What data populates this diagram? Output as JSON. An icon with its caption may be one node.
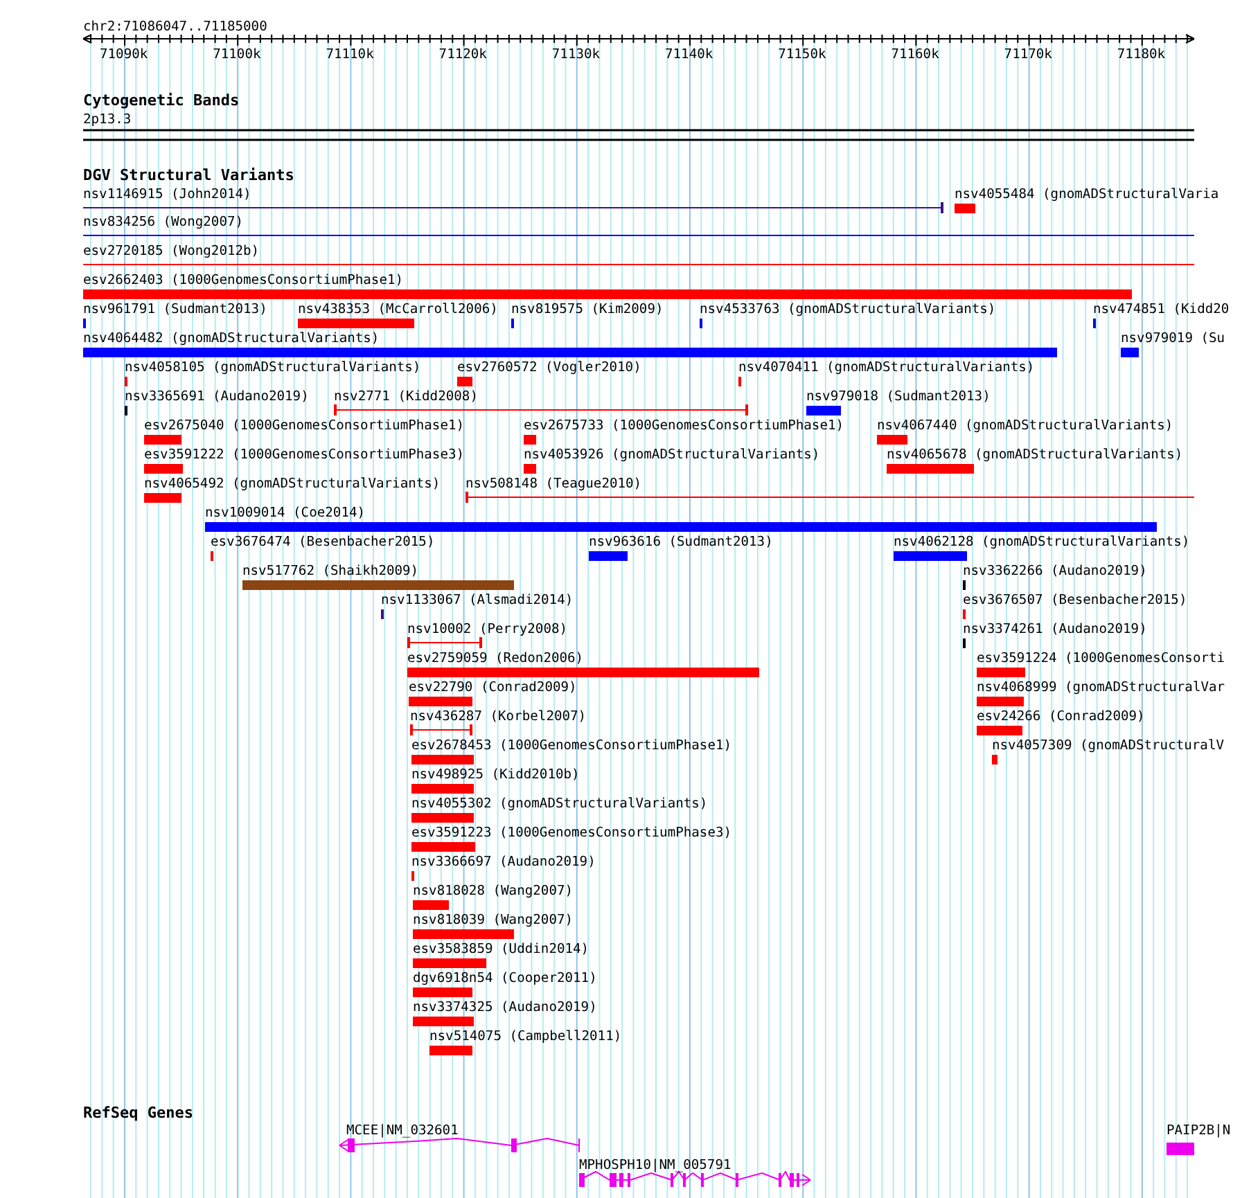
{
  "diagram": {
    "labels": [
      "chr2:71086047..71185000",
      "71090k",
      "71100k",
      "71110k",
      "71120k",
      "71130k",
      "71140k",
      "71150k",
      "71160k",
      "71170k",
      "71180k",
      "Cytogenetic Bands",
      "2p13.3",
      "DGV Structural Variants",
      "nsv1146915 (John2014)",
      "nsv4055484 (gnomADStructuralVaria",
      "nsv834256 (Wong2007)",
      "esv2720185 (Wong2012b)",
      "esv2662403 (1000GenomesConsortiumPhase1)",
      "nsv961791 (Sudmant2013)",
      "nsv438353 (McCarroll2006)",
      "nsv819575 (Kim2009)",
      "nsv4533763 (gnomADStructuralVariants)",
      "nsv474851 (Kidd20",
      "nsv4064482 (gnomADStructuralVariants)",
      "nsv979019 (Su",
      "nsv4058105 (gnomADStructuralVariants)",
      "esv2760572 (Vogler2010)",
      "nsv4070411 (gnomADStructuralVariants)",
      "nsv3365691 (Audano2019)",
      "nsv2771 (Kidd2008)",
      "nsv979018 (Sudmant2013)",
      "esv2675040 (1000GenomesConsortiumPhase1)",
      "esv2675733 (1000GenomesConsortiumPhase1)",
      "nsv4067440 (gnomADStructuralVariants)",
      "esv3591222 (1000GenomesConsortiumPhase3)",
      "nsv4053926 (gnomADStructuralVariants)",
      "nsv4065678 (gnomADStructuralVariants)",
      "nsv4065492 (gnomADStructuralVariants)",
      "nsv508148 (Teague2010)",
      "nsv1009014 (Coe2014)",
      "esv3676474 (Besenbacher2015)",
      "nsv963616 (Sudmant2013)",
      "nsv4062128 (gnomADStructuralVariants)",
      "nsv517762 (Shaikh2009)",
      "nsv3362266 (Audano2019)",
      "nsv1133067 (Alsmadi2014)",
      "esv3676507 (Besenbacher2015)",
      "nsv10002 (Perry2008)",
      "nsv3374261 (Audano2019)",
      "esv2759059 (Redon2006)",
      "esv3591224 (1000GenomesConsorti",
      "esv22790 (Conrad2009)",
      "nsv4068999 (gnomADStructuralVar",
      "nsv436287 (Korbel2007)",
      "esv24266 (Conrad2009)",
      "esv2678453 (1000GenomesConsortiumPhase1)",
      "nsv4057309 (gnomADStructuralV",
      "nsv498925 (Kidd2010b)",
      "nsv4055302 (gnomADStructuralVariants)",
      "esv3591223 (1000GenomesConsortiumPhase3)",
      "nsv3366697 (Audano2019)",
      "nsv818028 (Wang2007)",
      "nsv818039 (Wang2007)",
      "esv3583859 (Uddin2014)",
      "dgv6918n54 (Cooper2011)",
      "nsv3374325 (Audano2019)",
      "nsv514075 (Campbell2011)",
      "RefSeq Genes",
      "MCEE|NM_032601",
      "MPHOSPH10|NM_005791",
      "PAIP2B|N"
    ]
  }
}
